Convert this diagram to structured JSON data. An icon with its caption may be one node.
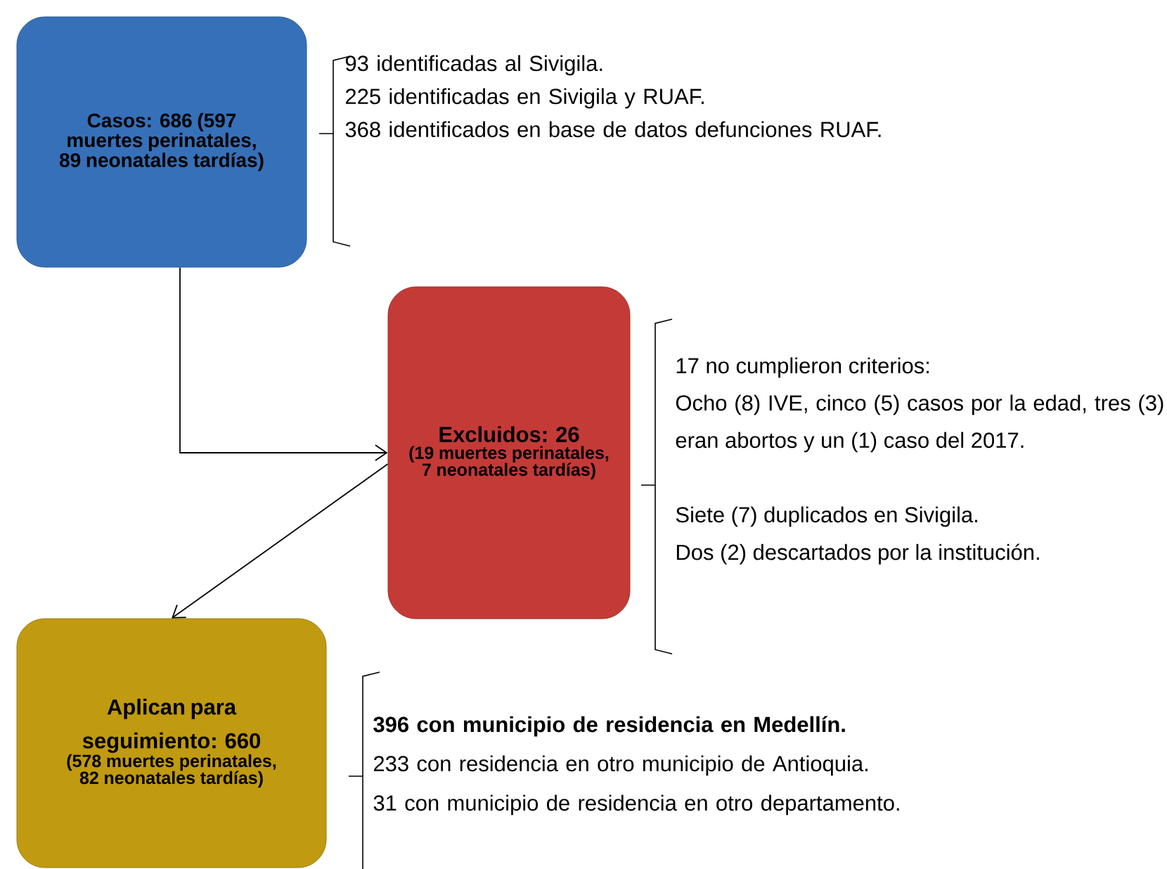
{
  "diagram": {
    "nodes": [
      {
        "text": [
          "Casos: 686 (597 muertes perinatales, 89 neonatales tardías)"
        ],
        "beside": [
          "93 identificadas al Sivigila.",
          "225 identificadas en Sivigila y RUAF.",
          "368 identificados en base de datos defunciones RUAF."
        ]
      },
      {
        "text": [
          "Excluidos: 26",
          "(19 muertes perinatales, 7 neonatales tardías)"
        ],
        "beside": [
          "17 no cumplieron criterios:",
          "Ocho (8) IVE, cinco (5) casos por la edad, tres (3) eran abortos y un (1) caso del 2017.",
          "Siete (7) duplicados en Sivigila.",
          "Dos (2) descartados por la institución."
        ]
      },
      {
        "text": [
          "Aplican para seguimiento: 660",
          "(578 muertes perinatales, 82 neonatales tardías)"
        ],
        "beside": [
          "396 con municipio de residencia en Medellín.",
          "233 con residencia en otro municipio de Antioquia.",
          "31 con municipio de residencia en otro departamento."
        ]
      }
    ],
    "edges": [
      {
        "from": 0,
        "to": 1,
        "arrow": "to"
      },
      {
        "from": 1,
        "to": 2,
        "arrow": "to"
      }
    ]
  }
}
